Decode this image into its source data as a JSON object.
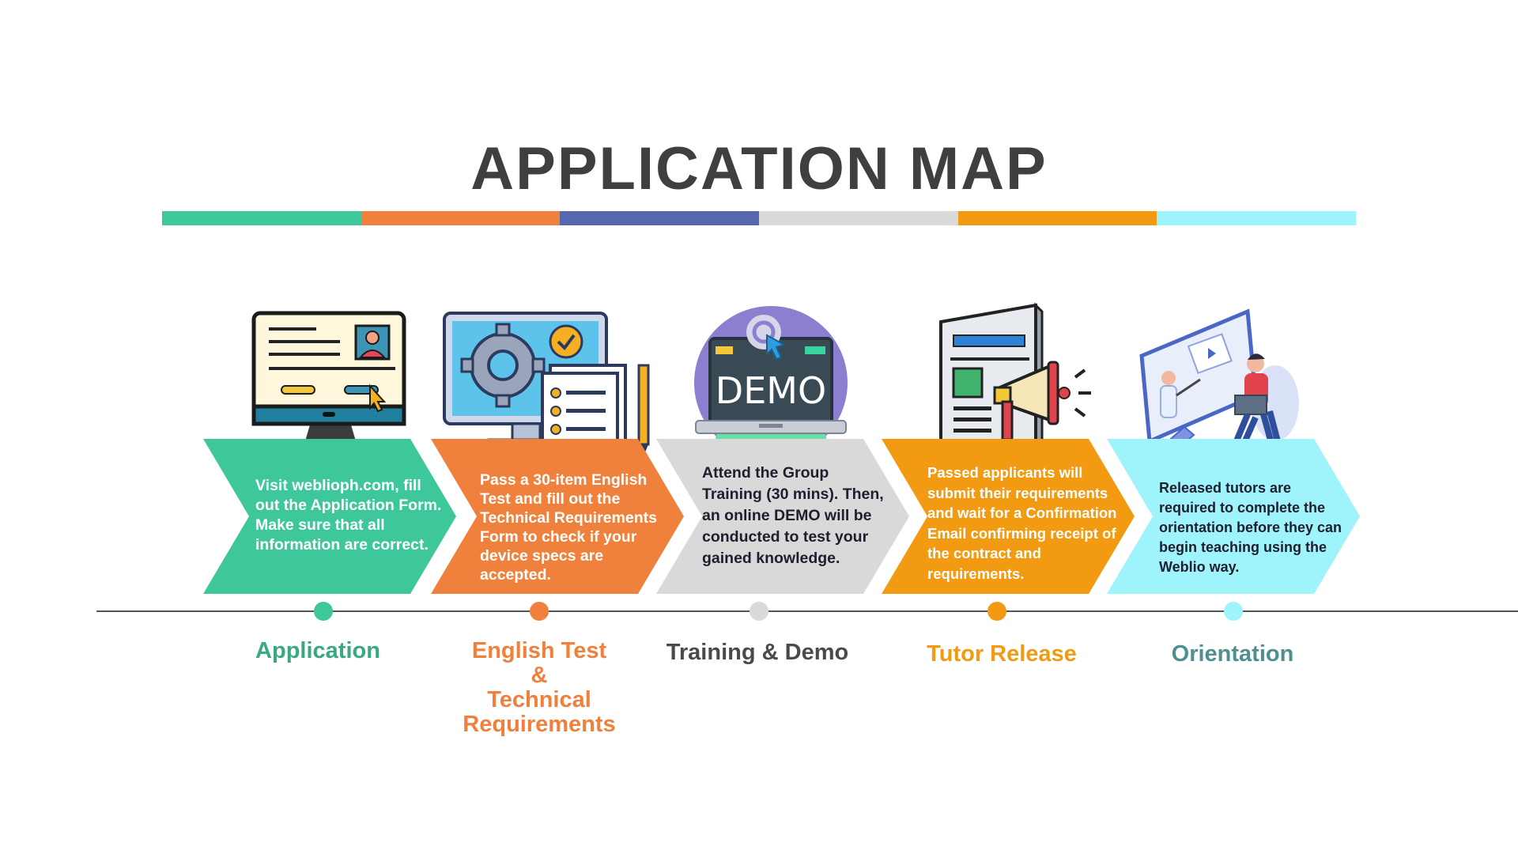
{
  "title": "APPLICATION MAP",
  "colors": {
    "green": "#3ec79a",
    "orange": "#f0813c",
    "indigo": "#5567ad",
    "gray": "#d9d9d9",
    "amber": "#f29a12",
    "cyan": "#9ff3fb",
    "title": "#3f3f3f"
  },
  "steps": [
    {
      "label": "Application",
      "text": "Visit weblioph.com, fill out the Application Form. Make sure that all information are correct.",
      "icon": "computer-form-icon"
    },
    {
      "label": "English Test & Technical Requirements",
      "label_lines": [
        "English Test",
        "&",
        "Technical",
        "Requirements"
      ],
      "text": "Pass a 30-item English Test and fill out the Technical Requirements Form to check if your device specs are accepted.",
      "icon": "gear-checklist-icon"
    },
    {
      "label": "Training & Demo",
      "text": "Attend the Group Training (30 mins). Then, an online DEMO will be conducted to test your gained knowledge.",
      "icon": "demo-laptop-icon",
      "icon_text": "DEMO"
    },
    {
      "label": "Tutor Release",
      "text": "Passed applicants will submit their requirements and wait for a Confirmation Email confirming receipt of the contract and requirements.",
      "icon": "newspaper-megaphone-icon"
    },
    {
      "label": "Orientation",
      "text": "Released tutors are required to complete the orientation before they can begin teaching using the Weblio way.",
      "icon": "online-class-icon"
    }
  ]
}
